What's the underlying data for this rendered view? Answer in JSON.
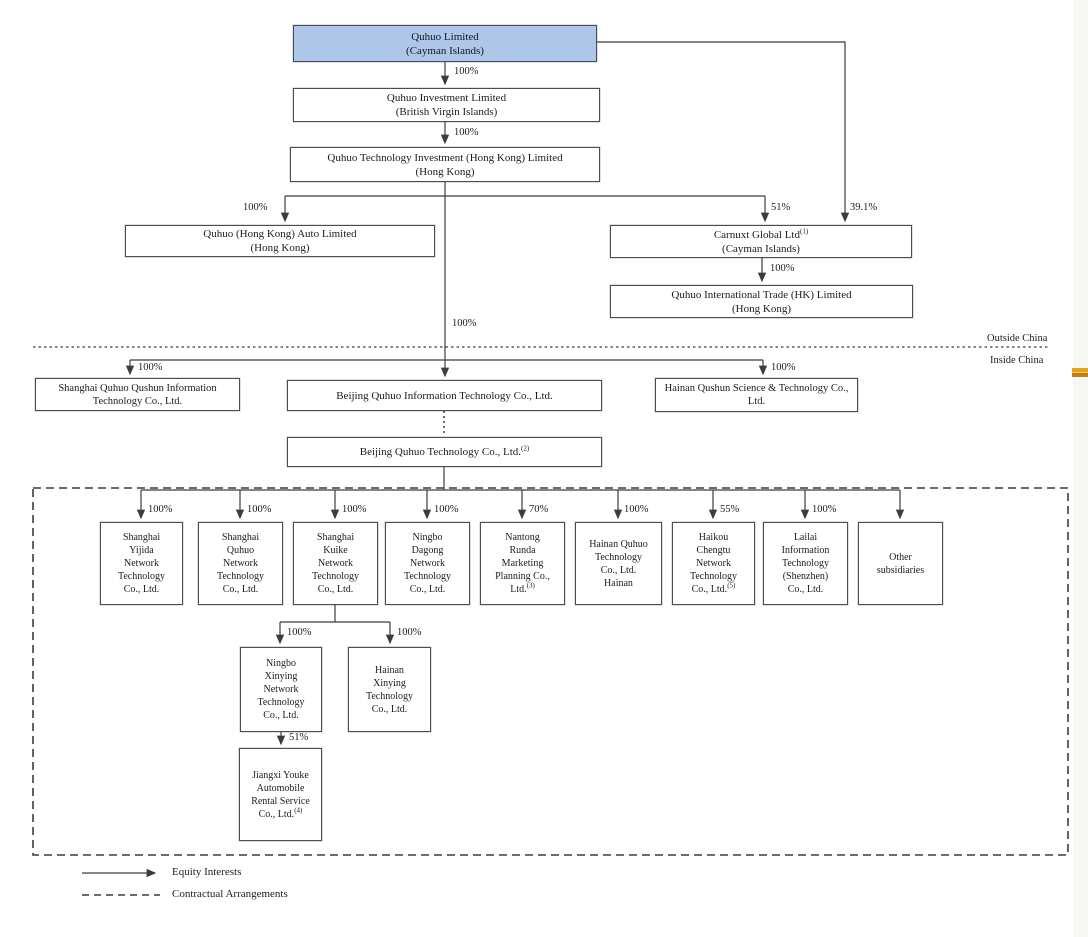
{
  "chart": {
    "region_labels": {
      "outside": "Outside China",
      "inside": "Inside China"
    },
    "legend": {
      "equity": "Equity Interests",
      "contractual": "Contractual Arrangements"
    },
    "colors": {
      "parent_box_fill": "#aec6e8",
      "box_border": "#4c4c4c",
      "line": "#3c3c3c",
      "highlight_marker_top": "#e3a41c",
      "highlight_marker_bottom": "#bd7f12"
    }
  },
  "nodes": {
    "quhuo_limited": {
      "name": "Quhuo Limited",
      "jurisdiction": "(Cayman Islands)"
    },
    "quhuo_investment": {
      "name": "Quhuo Investment Limited",
      "jurisdiction": "(British Virgin Islands)"
    },
    "quhuo_tech_investment": {
      "name": "Quhuo Technology Investment (Hong Kong) Limited",
      "jurisdiction": "(Hong Kong)"
    },
    "quhuo_hk_auto": {
      "name": "Quhuo (Hong Kong) Auto Limited",
      "jurisdiction": "(Hong Kong)"
    },
    "carnuxt": {
      "name": "Carnuxt Global Ltd",
      "note": "(1)",
      "jurisdiction": "(Cayman Islands)"
    },
    "quhuo_intl_trade": {
      "name": "Quhuo International Trade (HK) Limited",
      "jurisdiction": "(Hong Kong)"
    },
    "shanghai_qushun": {
      "name": "Shanghai Quhuo Qushun Information Technology Co., Ltd."
    },
    "beijing_info": {
      "name": "Beijing Quhuo Information Technology Co., Ltd."
    },
    "hainan_qushun": {
      "name": "Hainan Qushun Science & Technology Co., Ltd."
    },
    "beijing_tech": {
      "name": "Beijing Quhuo Technology Co., Ltd.",
      "note": "(2)"
    },
    "shanghai_yijida": {
      "name": "Shanghai Yijida Network Technology Co., Ltd."
    },
    "shanghai_quhuo_network": {
      "name": "Shanghai Quhuo Network Technology Co., Ltd."
    },
    "shanghai_kuike": {
      "name": "Shanghai Kuike Network Technology Co., Ltd."
    },
    "ningbo_dagong": {
      "name": "Ningbo Dagong Network Technology Co., Ltd."
    },
    "nantong_runda": {
      "name": "Nantong Runda Marketing Planning Co., Ltd.",
      "note": "(3)"
    },
    "hainan_quhuo": {
      "name": "Hainan Quhuo Technology Co., Ltd. Hainan"
    },
    "haikou_chengtu": {
      "name": "Haikou Chengtu Network Technology Co., Ltd.",
      "note": "(5)"
    },
    "lailai": {
      "name": "Lailai Information Technology (Shenzhen) Co., Ltd."
    },
    "other_subs": {
      "name": "Other subsidiaries"
    },
    "ningbo_xinying": {
      "name": "Ningbo Xinying Network Technology Co., Ltd."
    },
    "hainan_xinying": {
      "name": "Hainan Xinying Technology Co., Ltd."
    },
    "jiangxi_youke": {
      "name": "Jiangxi Youke Automobile Rental Service Co., Ltd.",
      "note": "(4)"
    }
  },
  "edges": {
    "ql_to_qil": "100%",
    "qil_to_qti": "100%",
    "qti_to_hkauto": "100%",
    "qti_to_carnuxt": "51%",
    "ql_to_carnuxt": "39.1%",
    "carnuxt_to_intltrade": "100%",
    "qti_to_beijing_info": "100%",
    "to_shanghai_qushun": "100%",
    "to_hainan_qushun": "100%",
    "to_yijida": "100%",
    "to_shanghai_quhuo_network": "100%",
    "to_kuike": "100%",
    "to_dagong": "100%",
    "to_nantong": "70%",
    "to_hainan_quhuo": "100%",
    "to_haikou": "55%",
    "to_lailai": "100%",
    "kuike_to_ningbo_xinying": "100%",
    "kuike_to_hainan_xinying": "100%",
    "ningbo_to_jiangxi": "51%"
  }
}
